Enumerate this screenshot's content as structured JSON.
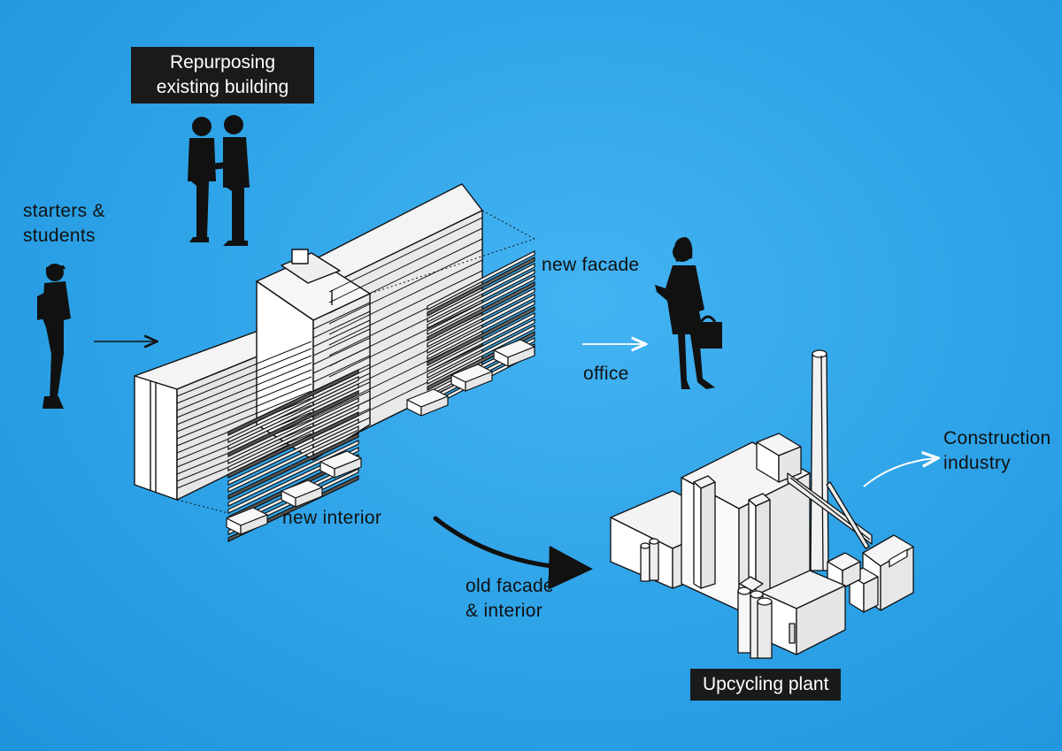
{
  "labels": {
    "repurposing": "Repurposing\nexisting building",
    "starters": "starters &\nstudents",
    "new_facade": "new facade",
    "office": "office",
    "new_interior": "new interior",
    "old_facade": "old facade\n& interior",
    "construction": "Construction\nindustry",
    "upcycling": "Upcycling plant"
  },
  "colors": {
    "background": "#2ea3e8",
    "label_box": "#1a1a1a",
    "ink": "#111111",
    "building_fill": "#f2f2f2",
    "arrow_light": "#ffffff"
  },
  "icons": [
    "people-handshake-icon",
    "student-icon",
    "businesswoman-icon"
  ]
}
